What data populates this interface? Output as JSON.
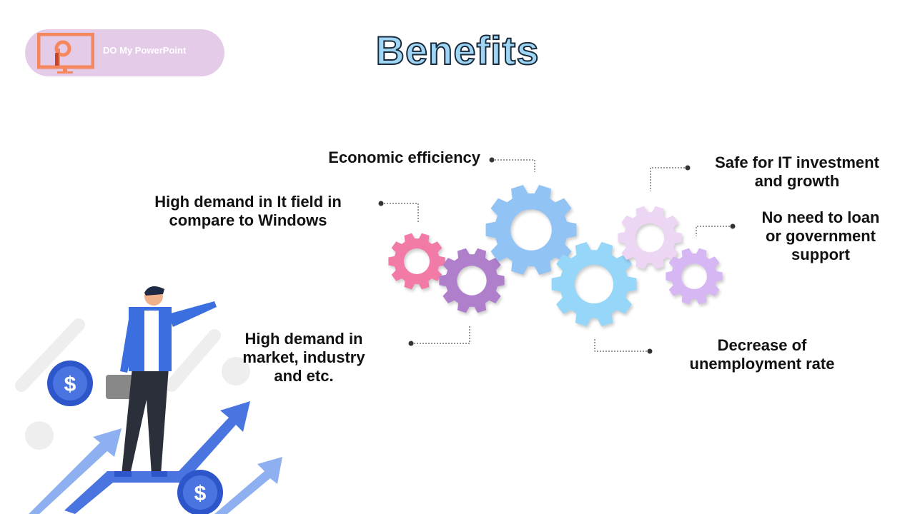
{
  "logo": {
    "text": "DO My PowerPoint"
  },
  "title": "Benefits",
  "benefits": [
    {
      "line1": "Economic efficiency"
    },
    {
      "line1": "High demand in It field in",
      "line2": "compare to Windows"
    },
    {
      "line1": "Safe for IT investment",
      "line2": "and growth"
    },
    {
      "line1": "No need to loan",
      "line2": "or government",
      "line3": "support"
    },
    {
      "line1": "High demand in",
      "line2": "market, industry",
      "line3": "and etc."
    },
    {
      "line1": "Decrease of",
      "line2": "unemployment rate"
    }
  ],
  "colors": {
    "gears": [
      "#f27aa6",
      "#b07fcb",
      "#91c3f5",
      "#96d6f8",
      "#edd6f3",
      "#d6b6f3"
    ],
    "title": "#9fd6f5",
    "logo_bg": "#e4cbe8",
    "logo_icon": "#f4875e",
    "arrow": "#4a74e0"
  }
}
